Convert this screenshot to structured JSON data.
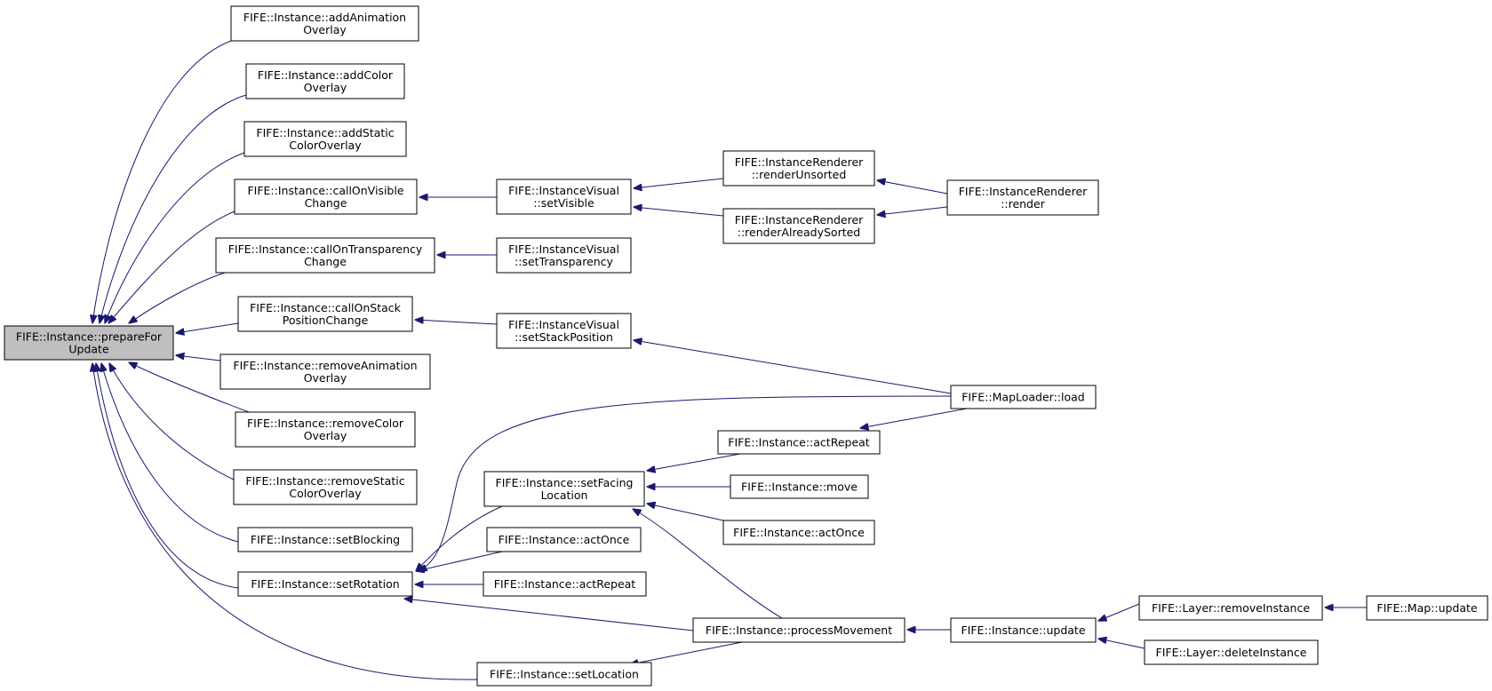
{
  "diagram": {
    "type": "call-graph",
    "colors": {
      "edge": "#191970",
      "node_border": "#000000",
      "root_fill": "#bfbfbf",
      "node_fill": "#ffffff"
    },
    "root": "prepareForUpdate",
    "nodes": [
      {
        "id": "prepareForUpdate",
        "lines": [
          "FIFE::Instance::prepareFor",
          "Update"
        ]
      },
      {
        "id": "addAnimationOverlay",
        "lines": [
          "FIFE::Instance::addAnimation",
          "Overlay"
        ]
      },
      {
        "id": "addColorOverlay",
        "lines": [
          "FIFE::Instance::addColor",
          "Overlay"
        ]
      },
      {
        "id": "addStaticColorOverlay",
        "lines": [
          "FIFE::Instance::addStatic",
          "ColorOverlay"
        ]
      },
      {
        "id": "callOnVisibleChange",
        "lines": [
          "FIFE::Instance::callOnVisible",
          "Change"
        ]
      },
      {
        "id": "callOnTransparencyChange",
        "lines": [
          "FIFE::Instance::callOnTransparency",
          "Change"
        ]
      },
      {
        "id": "callOnStackPositionChange",
        "lines": [
          "FIFE::Instance::callOnStack",
          "PositionChange"
        ]
      },
      {
        "id": "removeAnimationOverlay",
        "lines": [
          "FIFE::Instance::removeAnimation",
          "Overlay"
        ]
      },
      {
        "id": "removeColorOverlay",
        "lines": [
          "FIFE::Instance::removeColor",
          "Overlay"
        ]
      },
      {
        "id": "removeStaticColorOverlay",
        "lines": [
          "FIFE::Instance::removeStatic",
          "ColorOverlay"
        ]
      },
      {
        "id": "setBlocking",
        "lines": [
          "FIFE::Instance::setBlocking"
        ]
      },
      {
        "id": "setRotation",
        "lines": [
          "FIFE::Instance::setRotation"
        ]
      },
      {
        "id": "setLocation",
        "lines": [
          "FIFE::Instance::setLocation"
        ]
      },
      {
        "id": "setVisible",
        "lines": [
          "FIFE::InstanceVisual",
          "::setVisible"
        ]
      },
      {
        "id": "setTransparency",
        "lines": [
          "FIFE::InstanceVisual",
          "::setTransparency"
        ]
      },
      {
        "id": "setStackPosition",
        "lines": [
          "FIFE::InstanceVisual",
          "::setStackPosition"
        ]
      },
      {
        "id": "setFacingLocation",
        "lines": [
          "FIFE::Instance::setFacing",
          "Location"
        ]
      },
      {
        "id": "actOnce1",
        "lines": [
          "FIFE::Instance::actOnce"
        ]
      },
      {
        "id": "actRepeat1",
        "lines": [
          "FIFE::Instance::actRepeat"
        ]
      },
      {
        "id": "renderUnsorted",
        "lines": [
          "FIFE::InstanceRenderer",
          "::renderUnsorted"
        ]
      },
      {
        "id": "renderAlreadySorted",
        "lines": [
          "FIFE::InstanceRenderer",
          "::renderAlreadySorted"
        ]
      },
      {
        "id": "render",
        "lines": [
          "FIFE::InstanceRenderer",
          "::render"
        ]
      },
      {
        "id": "mapLoaderLoad",
        "lines": [
          "FIFE::MapLoader::load"
        ]
      },
      {
        "id": "actRepeat2",
        "lines": [
          "FIFE::Instance::actRepeat"
        ]
      },
      {
        "id": "move",
        "lines": [
          "FIFE::Instance::move"
        ]
      },
      {
        "id": "actOnce2",
        "lines": [
          "FIFE::Instance::actOnce"
        ]
      },
      {
        "id": "processMovement",
        "lines": [
          "FIFE::Instance::processMovement"
        ]
      },
      {
        "id": "update",
        "lines": [
          "FIFE::Instance::update"
        ]
      },
      {
        "id": "removeInstance",
        "lines": [
          "FIFE::Layer::removeInstance"
        ]
      },
      {
        "id": "deleteInstance",
        "lines": [
          "FIFE::Layer::deleteInstance"
        ]
      },
      {
        "id": "mapUpdate",
        "lines": [
          "FIFE::Map::update"
        ]
      }
    ],
    "edges": [
      {
        "from": "addAnimationOverlay",
        "to": "prepareForUpdate"
      },
      {
        "from": "addColorOverlay",
        "to": "prepareForUpdate"
      },
      {
        "from": "addStaticColorOverlay",
        "to": "prepareForUpdate"
      },
      {
        "from": "callOnVisibleChange",
        "to": "prepareForUpdate"
      },
      {
        "from": "callOnTransparencyChange",
        "to": "prepareForUpdate"
      },
      {
        "from": "callOnStackPositionChange",
        "to": "prepareForUpdate"
      },
      {
        "from": "removeAnimationOverlay",
        "to": "prepareForUpdate"
      },
      {
        "from": "removeColorOverlay",
        "to": "prepareForUpdate"
      },
      {
        "from": "removeStaticColorOverlay",
        "to": "prepareForUpdate"
      },
      {
        "from": "setBlocking",
        "to": "prepareForUpdate"
      },
      {
        "from": "setRotation",
        "to": "prepareForUpdate"
      },
      {
        "from": "setLocation",
        "to": "prepareForUpdate"
      },
      {
        "from": "setVisible",
        "to": "callOnVisibleChange"
      },
      {
        "from": "setTransparency",
        "to": "callOnTransparencyChange"
      },
      {
        "from": "setStackPosition",
        "to": "callOnStackPositionChange"
      },
      {
        "from": "renderUnsorted",
        "to": "setVisible"
      },
      {
        "from": "renderAlreadySorted",
        "to": "setVisible"
      },
      {
        "from": "render",
        "to": "renderUnsorted"
      },
      {
        "from": "render",
        "to": "renderAlreadySorted"
      },
      {
        "from": "mapLoaderLoad",
        "to": "setStackPosition"
      },
      {
        "from": "mapLoaderLoad",
        "to": "setRotation"
      },
      {
        "from": "mapLoaderLoad",
        "to": "actRepeat2"
      },
      {
        "from": "setFacingLocation",
        "to": "setRotation"
      },
      {
        "from": "actOnce1",
        "to": "setRotation"
      },
      {
        "from": "actRepeat1",
        "to": "setRotation"
      },
      {
        "from": "processMovement",
        "to": "setRotation"
      },
      {
        "from": "actRepeat2",
        "to": "setFacingLocation"
      },
      {
        "from": "move",
        "to": "setFacingLocation"
      },
      {
        "from": "actOnce2",
        "to": "setFacingLocation"
      },
      {
        "from": "processMovement",
        "to": "setFacingLocation"
      },
      {
        "from": "processMovement",
        "to": "setLocation"
      },
      {
        "from": "update",
        "to": "processMovement"
      },
      {
        "from": "removeInstance",
        "to": "update"
      },
      {
        "from": "deleteInstance",
        "to": "update"
      },
      {
        "from": "mapUpdate",
        "to": "removeInstance"
      }
    ]
  }
}
